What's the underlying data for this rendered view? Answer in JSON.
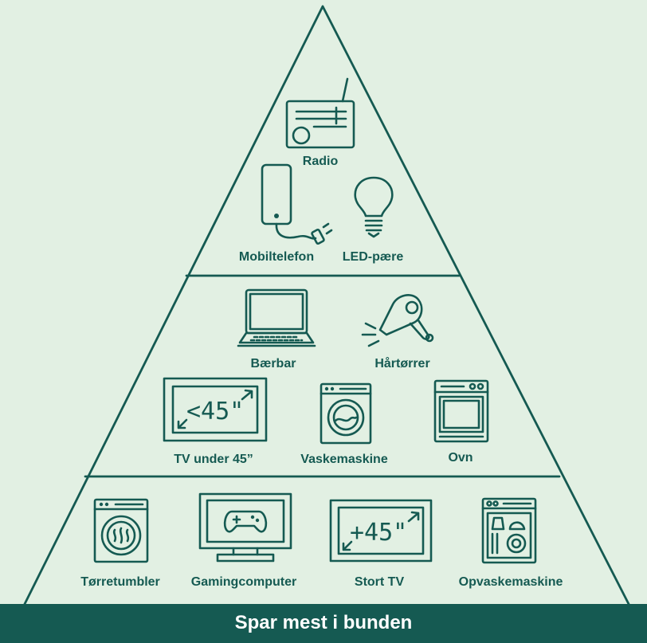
{
  "pyramid": {
    "levels": [
      {
        "items": [
          {
            "label": "Radio",
            "icon": "radio-icon"
          },
          {
            "label": "Mobiltelefon",
            "icon": "smartphone-charger-icon"
          },
          {
            "label": "LED-pære",
            "icon": "led-bulb-icon"
          }
        ]
      },
      {
        "items": [
          {
            "label": "Bærbar",
            "icon": "laptop-icon"
          },
          {
            "label": "Hårtørrer",
            "icon": "hair-dryer-icon"
          },
          {
            "label": "TV under 45”",
            "icon": "small-tv-icon",
            "screen_text": "<45\""
          },
          {
            "label": "Vaskemaskine",
            "icon": "washing-machine-icon"
          },
          {
            "label": "Ovn",
            "icon": "oven-icon"
          }
        ]
      },
      {
        "items": [
          {
            "label": "Tørretumbler",
            "icon": "tumble-dryer-icon"
          },
          {
            "label": "Gamingcomputer",
            "icon": "gaming-computer-icon"
          },
          {
            "label": "Stort TV",
            "icon": "large-tv-icon",
            "screen_text": "+45\""
          },
          {
            "label": "Opvaskemaskine",
            "icon": "dishwasher-icon"
          }
        ]
      }
    ],
    "banner": "Spar mest i bunden"
  },
  "colors": {
    "background": "#e2f0e3",
    "ink": "#155a52",
    "banner": "#155a52",
    "banner_text": "#ffffff"
  }
}
